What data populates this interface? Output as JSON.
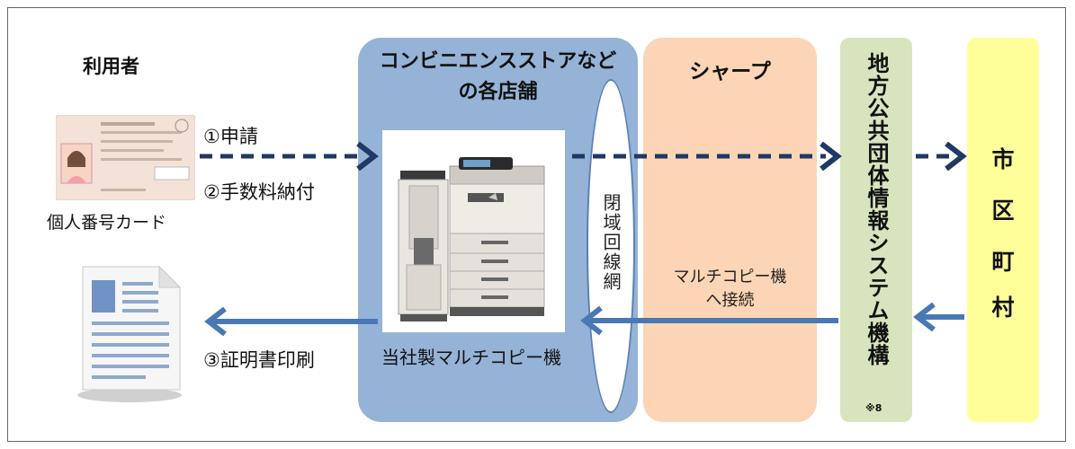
{
  "user": {
    "title": "利用者",
    "card_label": "個人番号カード"
  },
  "store": {
    "title_line1": "コンビニエンスストアなど",
    "title_line2": "の各店舗",
    "machine_label": "当社製マルチコピー機",
    "closed_network": "閉域回線網"
  },
  "sharp": {
    "title": "シャープ",
    "connect_line1": "マルチコピー機",
    "connect_line2": "へ接続"
  },
  "jlis": {
    "title": "地方公共団体情報システム機構",
    "note": "※8"
  },
  "city": {
    "chars": [
      "市",
      "区",
      "町",
      "村"
    ]
  },
  "flows": {
    "apply": "①申請",
    "fee": "②手数料納付",
    "print": "③証明書印刷"
  },
  "colors": {
    "store": "#95b3d7",
    "sharp": "#fbd5b5",
    "jlis": "#d7e4bd",
    "city": "#ffff99",
    "dashed_arrow": "#1f3864",
    "solid_arrow": "#4a78b5"
  },
  "icons": [
    "id-card-icon",
    "document-icon",
    "multifunction-copier-icon"
  ]
}
